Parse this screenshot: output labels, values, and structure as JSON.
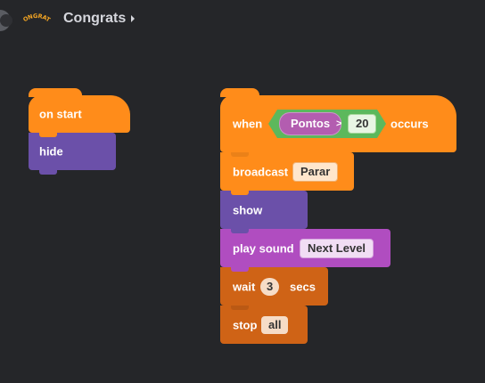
{
  "header": {
    "logo_text": "CONGRATS",
    "title": "Congrats"
  },
  "script1": {
    "hat_label": "on start",
    "hide_label": "hide"
  },
  "script2": {
    "when_label": "when",
    "variable": "Pontos",
    "operator": ">",
    "value": "20",
    "occurs_label": "occurs",
    "broadcast_label": "broadcast",
    "broadcast_message": "Parar",
    "show_label": "show",
    "play_sound_label": "play sound",
    "sound_name": "Next Level",
    "wait_label": "wait",
    "wait_value": "3",
    "secs_label": "secs",
    "stop_label": "stop",
    "stop_value": "all"
  }
}
